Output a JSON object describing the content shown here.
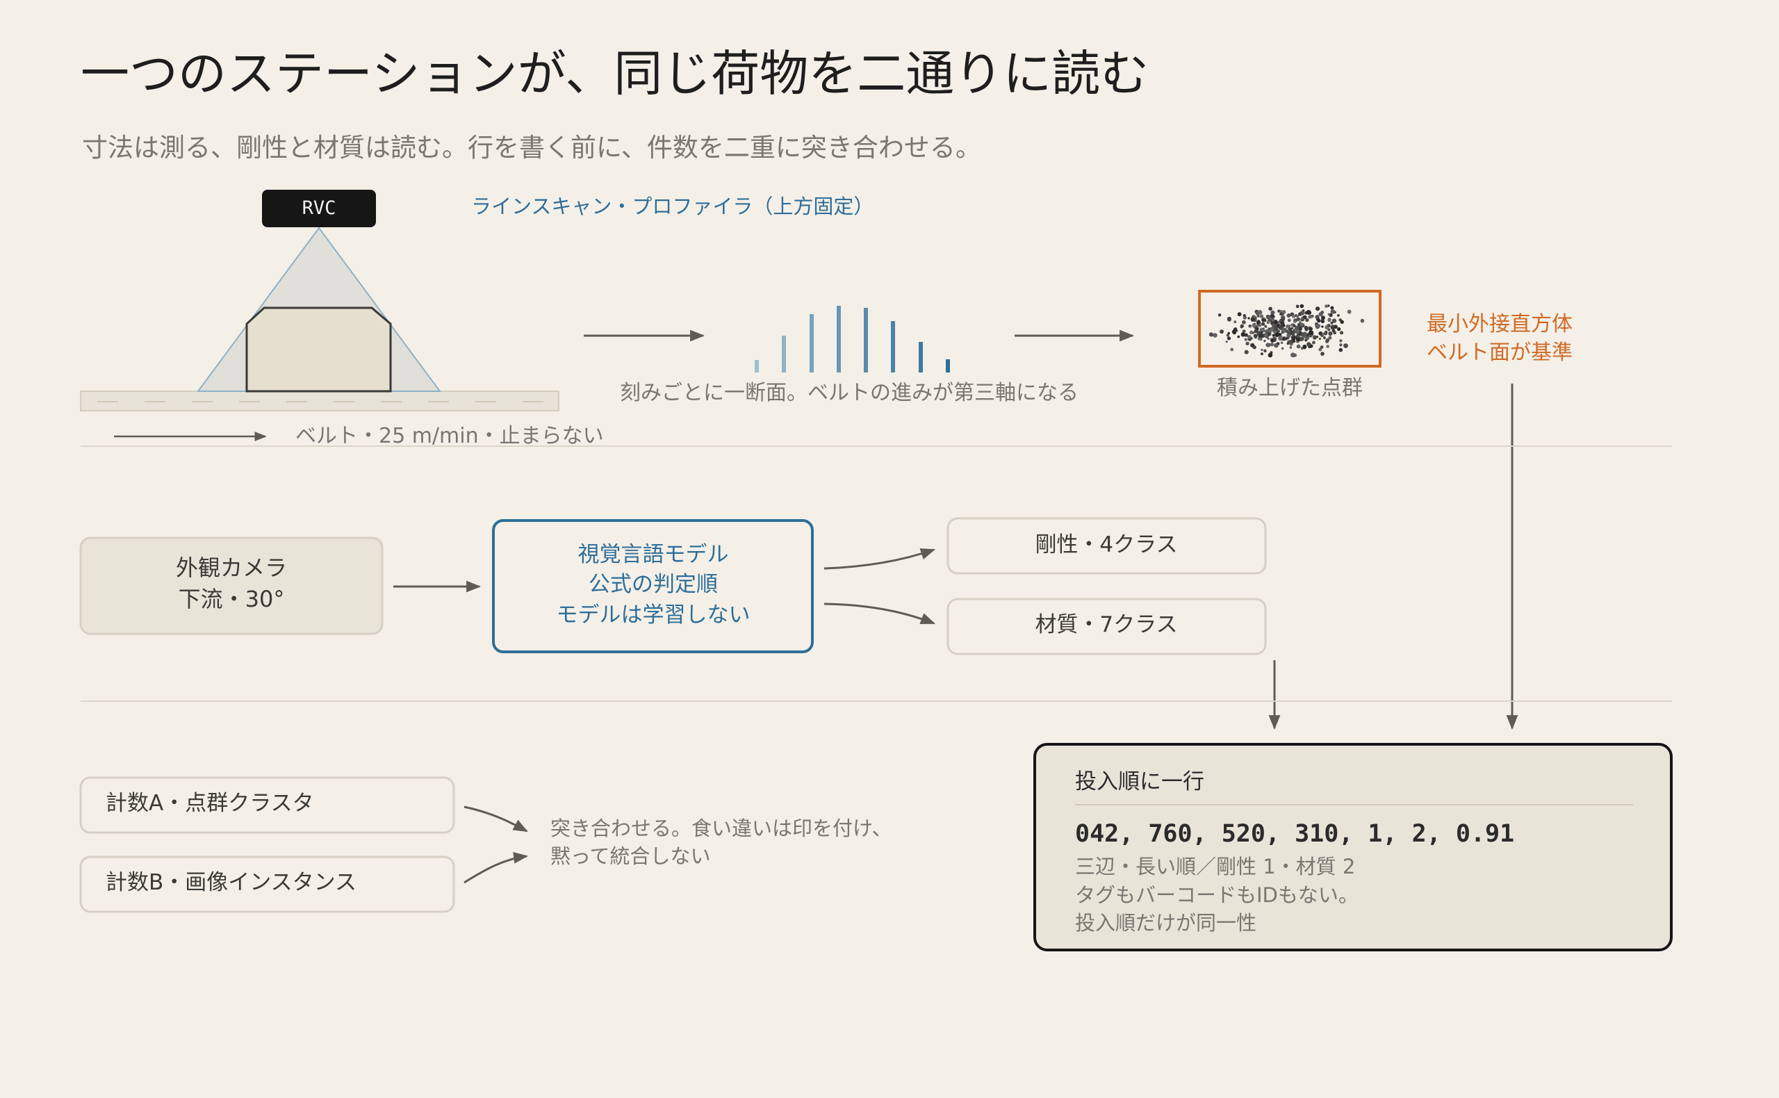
{
  "title": "一つのステーションが、同じ荷物を二通りに読む",
  "subtitle": "寸法は測る、剛性と材質は読む。行を書く前に、件数を二重に突き合わせる。",
  "scan": {
    "device": "RVC",
    "profiler_label": "ラインスキャン・プロファイラ（上方固定）",
    "belt_label": "ベルト・25 m/min・止まらない",
    "slices_label": "刻みごとに一断面。ベルトの進みが第三軸になる",
    "cloud_label": "積み上げた点群",
    "bbox_line1": "最小外接直方体",
    "bbox_line2": "ベルト面が基準"
  },
  "vision": {
    "camera_line1": "外観カメラ",
    "camera_line2": "下流・30°",
    "model_line1": "視覚言語モデル",
    "model_line2": "公式の判定順",
    "model_line3": "モデルは学習しない",
    "rigidity": "剛性・4クラス",
    "material": "材質・7クラス"
  },
  "count": {
    "count_a": "計数A・点群クラスタ",
    "count_b": "計数B・画像インスタンス",
    "note_line1": "突き合わせる。食い違いは印を付け、",
    "note_line2": "黙って統合しない"
  },
  "record": {
    "heading": "投入順に一行",
    "row": "042, 760, 520, 310, 1, 2, 0.91",
    "line1": "三辺・長い順／剛性 1・材質 2",
    "line2": "タグもバーコードもIDもない。",
    "line3": "投入順だけが同一性"
  },
  "colors": {
    "background": "#f4f0e8",
    "blue": "#2e6e99",
    "orange": "#d06a26",
    "dark": "#161616",
    "box_fill": "#e8e2d6",
    "box_border": "#d6d0c4"
  }
}
